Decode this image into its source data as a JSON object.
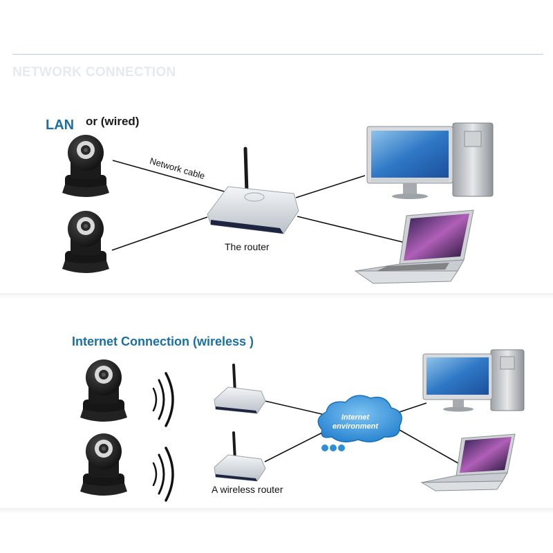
{
  "header": {
    "title": "NETWORK CONNECTION"
  },
  "lan": {
    "title": "LAN",
    "subtitle": "or (wired)",
    "cable_label": "Network cable",
    "router_label": "The router"
  },
  "internet": {
    "title": "Internet Connection (wireless )",
    "cloud_label_line1": "Internet",
    "cloud_label_line2": "environment",
    "router_label": "A wireless router"
  },
  "colors": {
    "accent_blue": "#1a6fa4",
    "cloud_blue": "#2f8fd6",
    "camera_body": "#1b1b1b"
  }
}
